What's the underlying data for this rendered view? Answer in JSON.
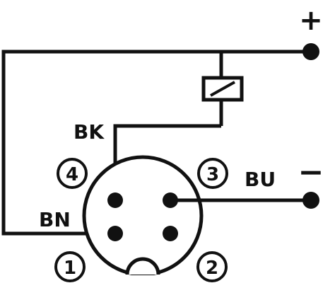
{
  "labels": {
    "plus": "+",
    "minus": "−",
    "bk": "BK",
    "bu": "BU",
    "bn": "BN"
  },
  "pins": {
    "p1": "1",
    "p2": "2",
    "p3": "3",
    "p4": "4"
  },
  "colors": {
    "ink": "#111111",
    "background": "#ffffff"
  }
}
